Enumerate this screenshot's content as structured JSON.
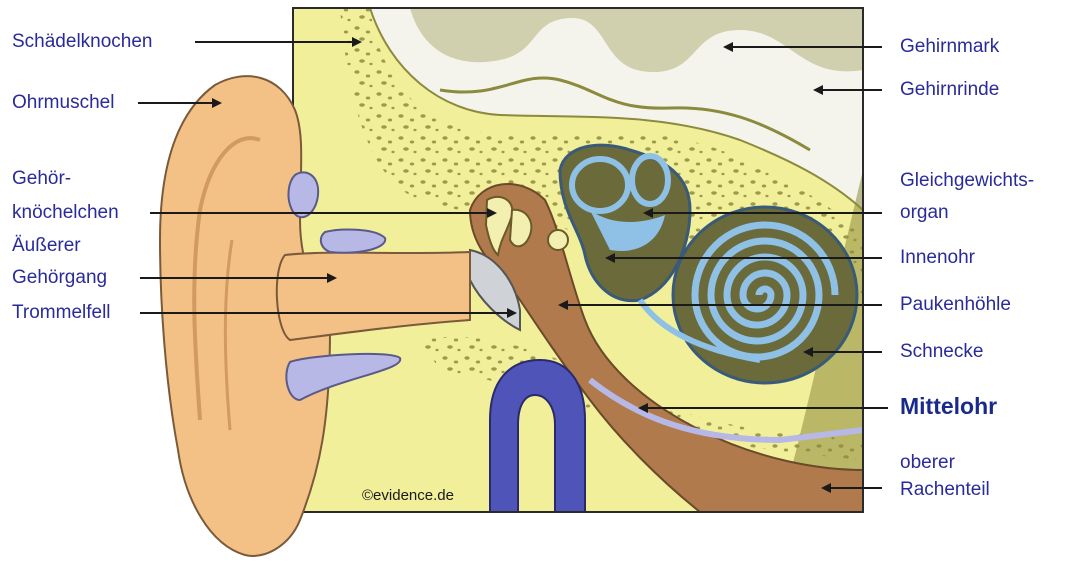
{
  "diagram": {
    "labels_left": [
      {
        "id": "skull",
        "text": "Schädelknochen"
      },
      {
        "id": "pinna",
        "text": "Ohrmuschel"
      },
      {
        "id": "ossicles_1",
        "text": "Gehör-"
      },
      {
        "id": "ossicles_2",
        "text": "knöchelchen"
      },
      {
        "id": "canal_1",
        "text": "Äußerer"
      },
      {
        "id": "canal_2",
        "text": "Gehörgang"
      },
      {
        "id": "eardrum",
        "text": "Trommelfell"
      }
    ],
    "labels_right": [
      {
        "id": "medulla",
        "text": "Gehirnmark"
      },
      {
        "id": "cortex",
        "text": "Gehirnrinde"
      },
      {
        "id": "balance_1",
        "text": "Gleichgewichts-"
      },
      {
        "id": "balance_2",
        "text": "organ"
      },
      {
        "id": "inner",
        "text": "Innenohr"
      },
      {
        "id": "tympanic",
        "text": "Paukenhöhle"
      },
      {
        "id": "cochlea",
        "text": "Schnecke"
      },
      {
        "id": "middle",
        "text": "Mittelohr"
      },
      {
        "id": "pharynx_1",
        "text": "oberer"
      },
      {
        "id": "pharynx_2",
        "text": "Rachenteil"
      }
    ],
    "copyright": "©evidence.de",
    "colors": {
      "label_text": "#2a2a9a",
      "bone": "#f1ef9a",
      "skin": "#f3c086",
      "brain_white": "#f4f4ec",
      "brain_cortex": "#8c8a3c",
      "tympanic": "#b07a4c",
      "inner_ear": "#6a6a3a",
      "fluid_blue": "#8fc0e6",
      "vessel": "#4f54b8"
    }
  }
}
